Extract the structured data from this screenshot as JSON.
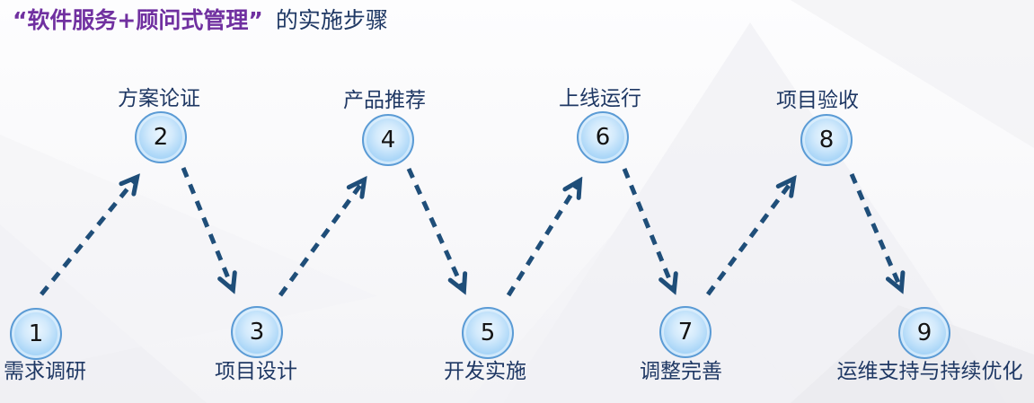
{
  "title": {
    "highlight": "“软件服务+顾问式管理”",
    "suffix": "的实施步骤"
  },
  "steps": [
    {
      "number": "1",
      "label": "需求调研",
      "row": "bottom"
    },
    {
      "number": "2",
      "label": "方案论证",
      "row": "top"
    },
    {
      "number": "3",
      "label": "项目设计",
      "row": "bottom"
    },
    {
      "number": "4",
      "label": "产品推荐",
      "row": "top"
    },
    {
      "number": "5",
      "label": "开发实施",
      "row": "bottom"
    },
    {
      "number": "6",
      "label": "上线运行",
      "row": "top"
    },
    {
      "number": "7",
      "label": "调整完善",
      "row": "bottom"
    },
    {
      "number": "8",
      "label": "项目验收",
      "row": "top"
    },
    {
      "number": "9",
      "label": "运维支持与持续优化",
      "row": "bottom"
    }
  ],
  "flow": {
    "sequence": "1→2→3→4→5→6→7→8→9",
    "arrow_style": "dashed"
  },
  "colors": {
    "title_highlight": "#7030A0",
    "title_suffix": "#1F3864",
    "label_text": "#1F3864",
    "arrow": "#1F4E79",
    "circle_border": "#5B9BD5",
    "circle_fill": "#A6D4F7",
    "number_text": "#141414"
  }
}
